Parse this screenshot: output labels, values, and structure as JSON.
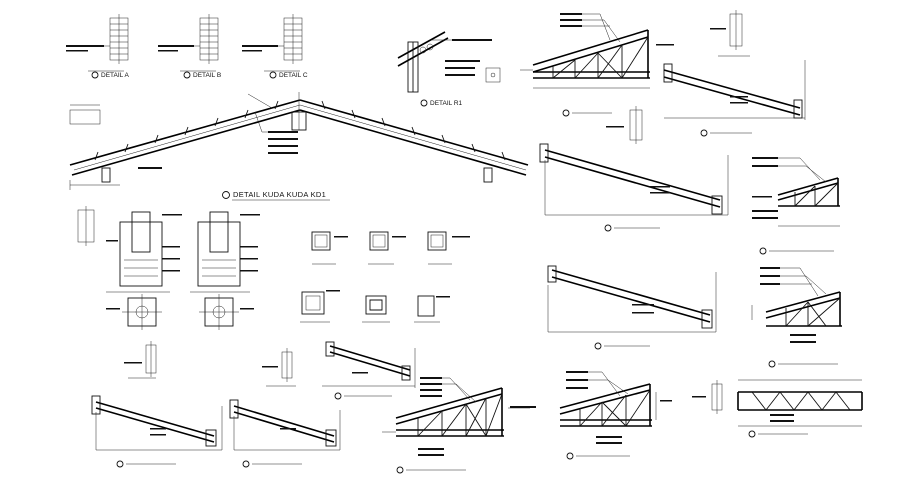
{
  "sheet": {
    "labels": {
      "detail_a": "DETAIL A",
      "detail_b": "DETAIL B",
      "detail_c": "DETAIL C",
      "detail_r1": "DETAIL R1",
      "detail_kuda_kuda": "DETAIL KUDA KUDA KD1"
    }
  }
}
